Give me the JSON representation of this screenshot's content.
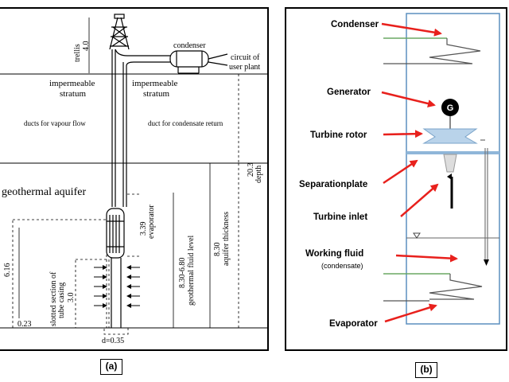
{
  "panel_a": {
    "caption": "(a)",
    "labels": {
      "trellis": "trellis",
      "trellis_height": "4.0",
      "condenser": "condenser",
      "circuit": "circuit of",
      "user_plant": "user plant",
      "impermeable_left_1": "impermeable",
      "impermeable_left_2": "stratum",
      "impermeable_right_1": "impermeable",
      "impermeable_right_2": "stratum",
      "ducts_vapour": "ducts for vapour flow",
      "duct_condensate": "duct for condensate return",
      "depth_value": "20.3",
      "depth": "depth",
      "aquifer": "geothermal aquifer",
      "evaporator_value": "3.39",
      "evaporator": "evaporator",
      "fluid_level_value": "8.30-6.80",
      "fluid_level": "geothermal fluid level",
      "aquifer_thick_value": "8.30",
      "aquifer_thickness": "aquifer thickness",
      "dim_616": "6.16",
      "slotted_1": "slotted section of",
      "slotted_2": "tube casing",
      "slotted_value": "3.0",
      "dim_023": "0.23",
      "diameter": "d=0.35"
    }
  },
  "panel_b": {
    "caption": "(b)",
    "labels": {
      "condenser": "Condenser",
      "generator": "Generator",
      "generator_symbol": "G",
      "turbine_rotor": "Turbine rotor",
      "separation_plate": "Separationplate",
      "turbine_inlet": "Turbine inlet",
      "working_fluid": "Working fluid",
      "condensate": "(condensate)",
      "evaporator": "Evaporator"
    }
  },
  "colors": {
    "arrow": "#e8201c",
    "box_stroke": "#5b8fbf",
    "pipe_green": "#6aa864",
    "plate_blue": "#8fb6d9"
  }
}
